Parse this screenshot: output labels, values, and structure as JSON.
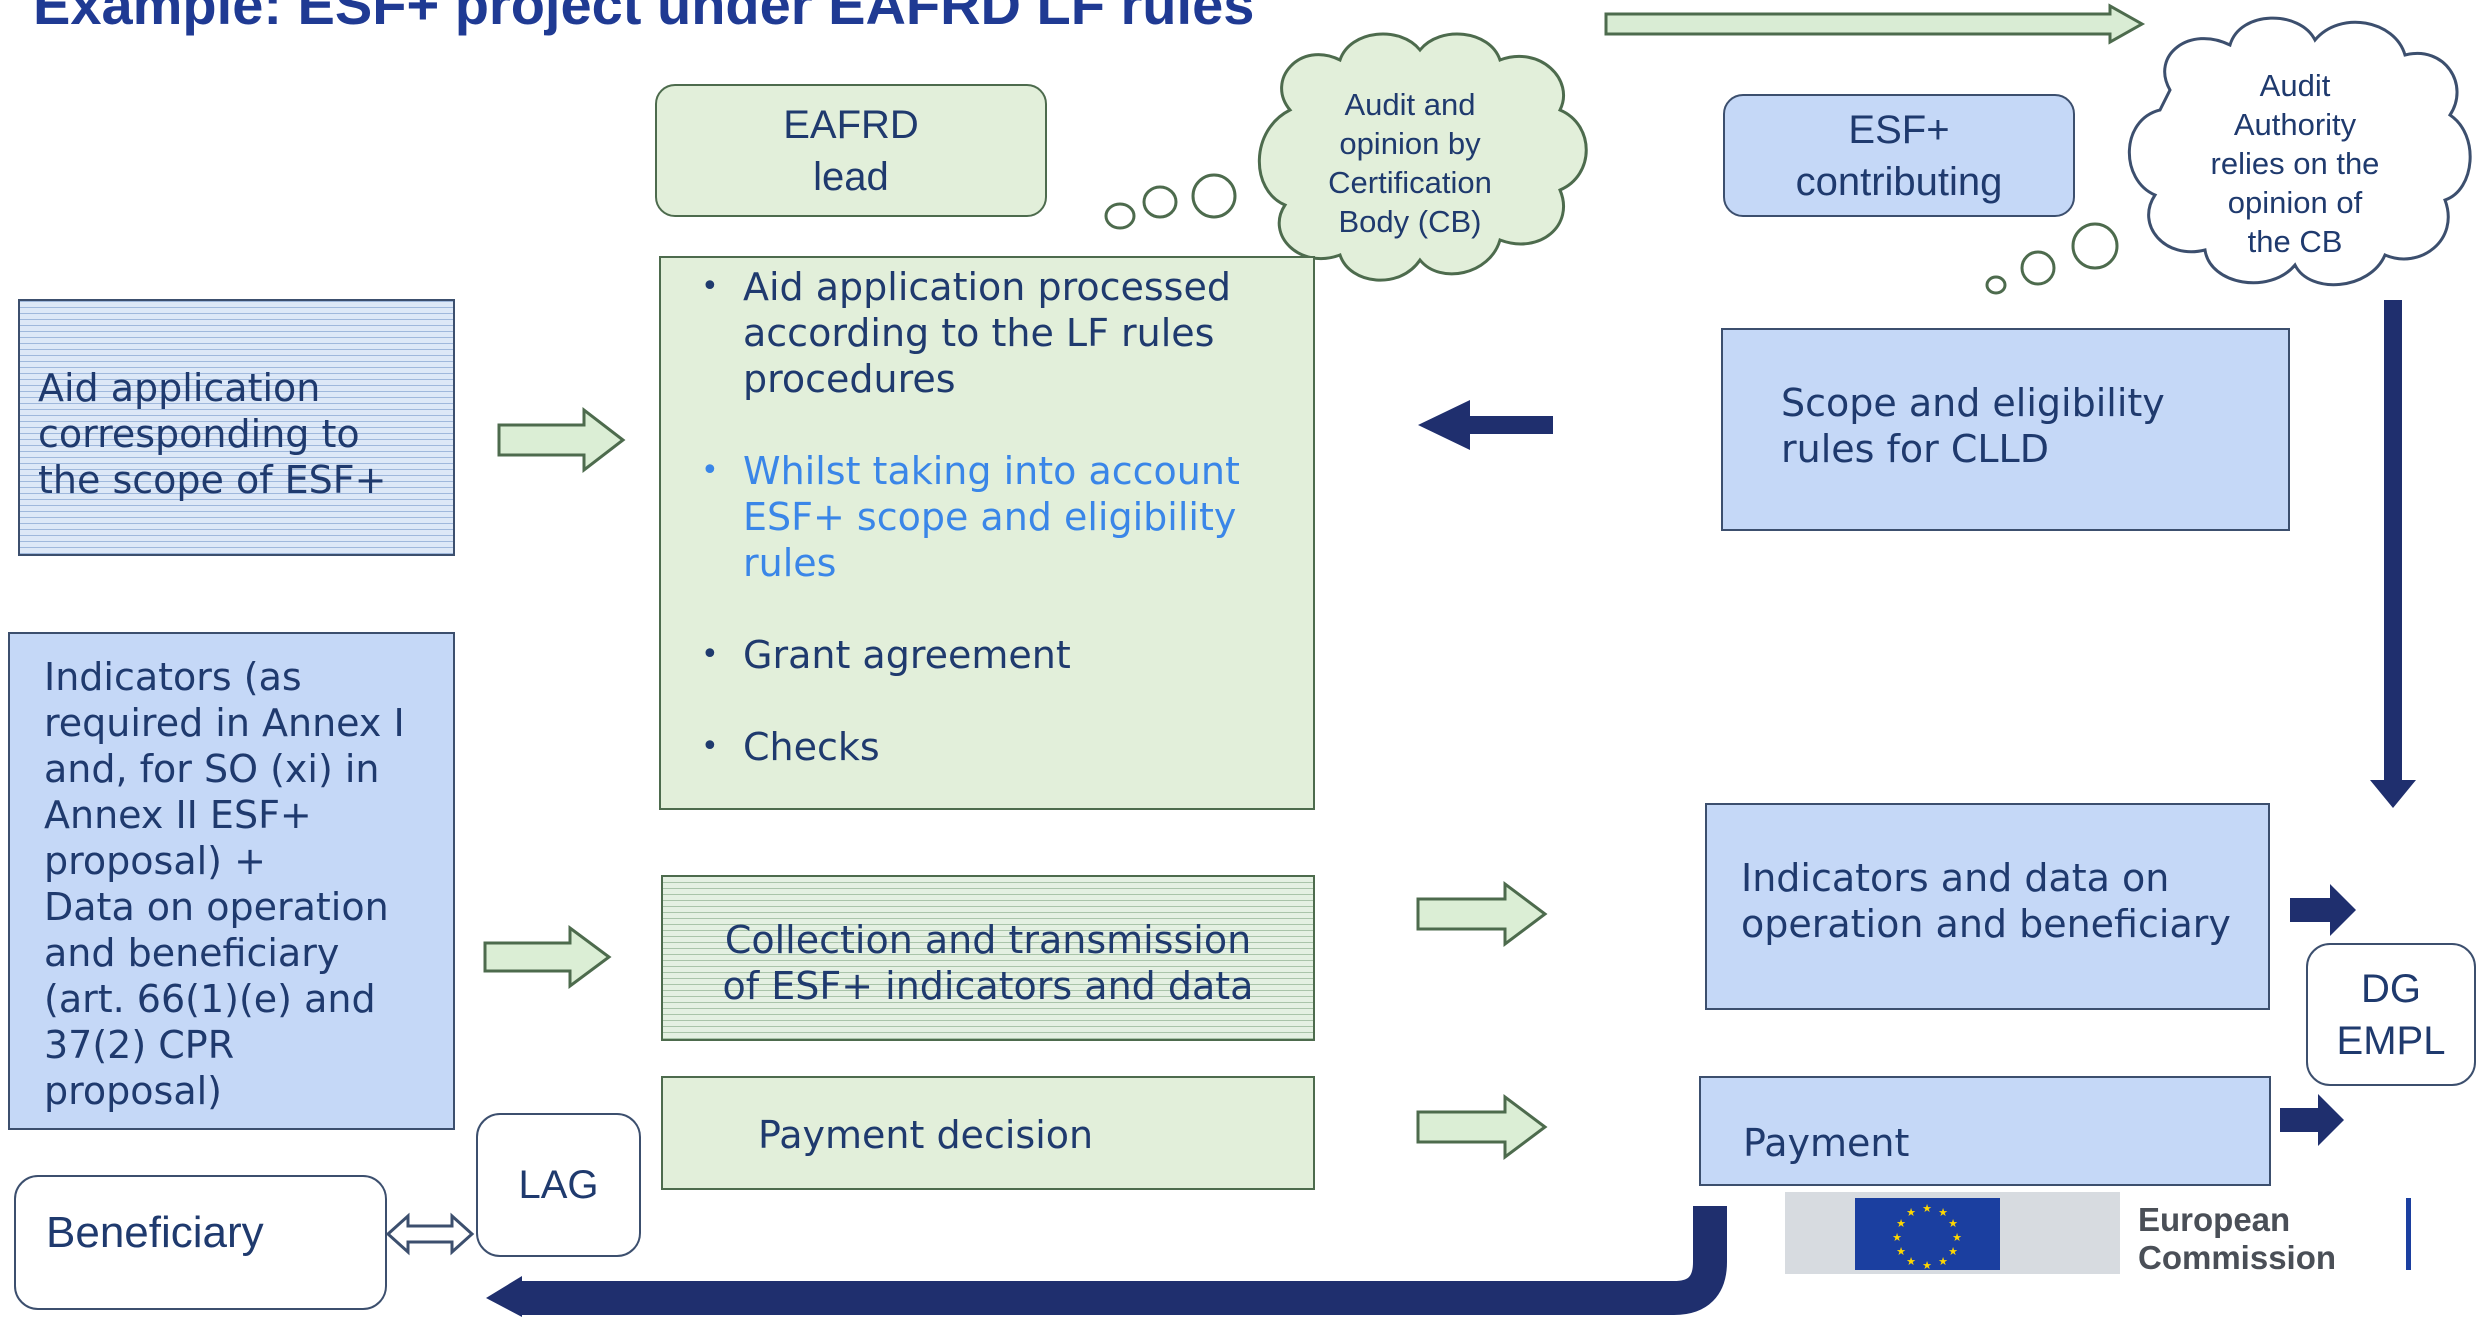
{
  "title": "Example: ESF+ project under EAFRD LF rules",
  "eafrd_lead": "EAFRD\nlead",
  "esf_contributing": "ESF+\ncontributing",
  "cloud_cb": "Audit and\nopinion by\nCertification\nBody (CB)",
  "cloud_aa": "Audit\nAuthority\nrelies on the\nopinion of\nthe CB",
  "aid_application": "Aid application\ncorresponding to\nthe scope of ESF+",
  "indicators_left": "Indicators  (as\nrequired in Annex I\nand, for SO (xi) in\nAnnex II ESF+\nproposal) +\nData on operation\nand beneficiary\n(art. 66(1)(e) and\n37(2) CPR\nproposal)",
  "processing_bullets": [
    "Aid application processed according to the LF rules procedures",
    "Whilst taking into account ESF+ scope and eligibility rules",
    "Grant agreement",
    "Checks"
  ],
  "collection": "Collection and transmission\nof ESF+ indicators and data",
  "payment_decision": "Payment decision",
  "scope_rules": "Scope and eligibility\nrules for CLLD",
  "indicators_right": "Indicators and data on\noperation and beneficiary",
  "payment": "Payment",
  "dg_empl": "DG\nEMPL",
  "lag": "LAG",
  "beneficiary": "Beneficiary",
  "logo": {
    "line1": "European",
    "line2": "Commission"
  },
  "colors": {
    "green_fill": "#e2efda",
    "blue_fill": "#c5d8f7",
    "navy_arrow": "#1f2f6e",
    "title": "#1f3a93",
    "accent_text": "#3a86e8"
  }
}
